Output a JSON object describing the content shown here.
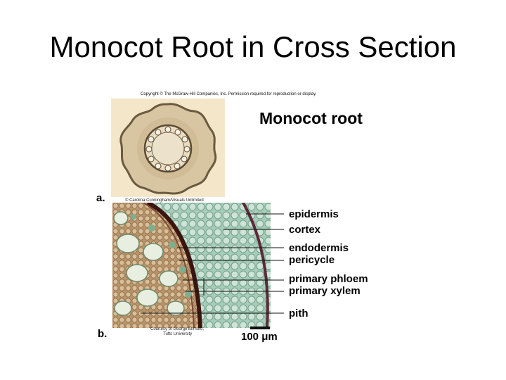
{
  "slide": {
    "title": "Monocot Root in Cross Section"
  },
  "figure": {
    "copyright": "Copyright © The McGraw-Hill Companies, Inc. Permission required for reproduction or display.",
    "title": "Monocot root",
    "panel_a": {
      "letter": "a.",
      "credit": "© Carolina Cunningham/Visuals Unlimited"
    },
    "panel_b": {
      "letter": "b.",
      "credit_line1": "Courtesy of George Ellmore,",
      "credit_line2": "Tufts University"
    },
    "labels": [
      "epidermis",
      "cortex",
      "endodermis",
      "pericycle",
      "primary phloem",
      "primary xylem",
      "pith"
    ],
    "scale_bar": "100 μm"
  },
  "colors": {
    "tissue_tan": "#c9a56e",
    "tissue_green": "#7fb59a",
    "pith_brown": "#8f6a4e",
    "endodermis_dark": "#3b1510"
  }
}
